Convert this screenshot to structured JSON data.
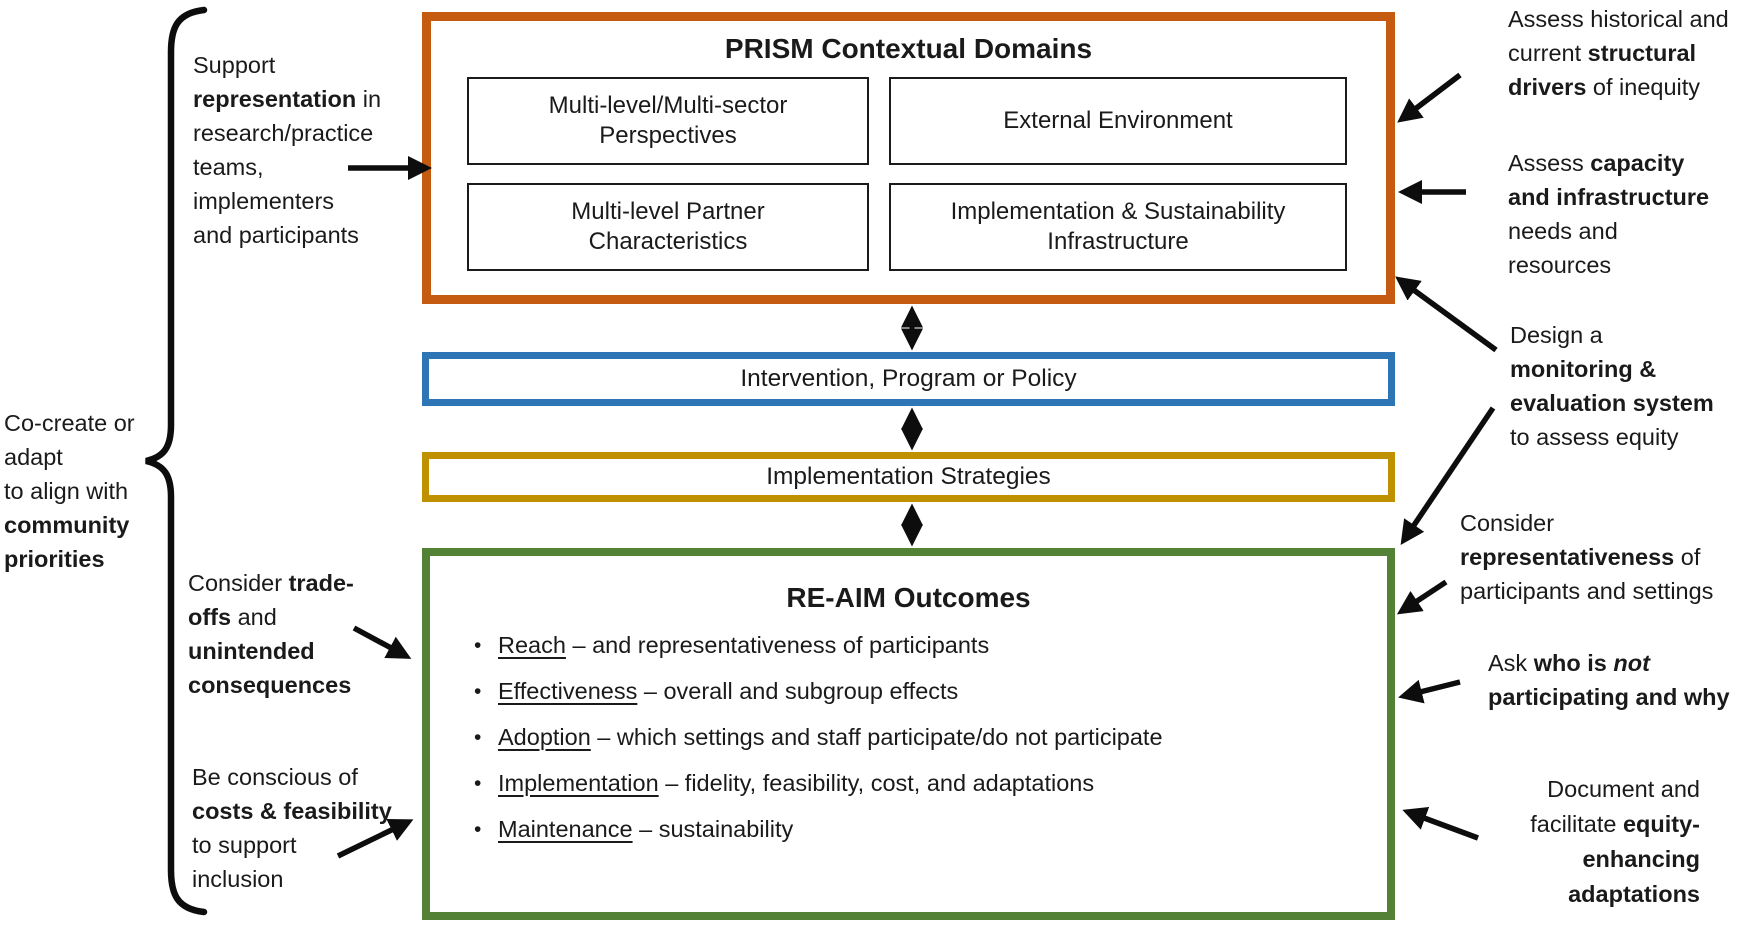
{
  "figure": {
    "type": "framework-diagram",
    "colors": {
      "prism_border": "#C55A11",
      "intervention_border": "#2E75B6",
      "strategies_border": "#BF9000",
      "reaim_border": "#538135",
      "inner_box_border": "#1b1b1b",
      "arrow": "#0d0d0d",
      "text": "#1a1a1a"
    },
    "icons": {
      "connector": "double-headed-arrow",
      "pointer": "arrow",
      "grouping": "curly-brace"
    }
  },
  "prism": {
    "title": "PRISM Contextual Domains",
    "boxes": [
      "Multi-level/Multi-sector Perspectives",
      "External Environment",
      "Multi-level Partner Characteristics",
      "Implementation & Sustainability Infrastructure"
    ]
  },
  "intervention": {
    "label": "Intervention, Program or Policy"
  },
  "strategies": {
    "label": "Implementation Strategies"
  },
  "reaim": {
    "title": "RE-AIM Outcomes",
    "bullets": [
      {
        "term": "Reach",
        "rest": " – and representativeness of participants"
      },
      {
        "term": "Effectiveness",
        "rest": " – overall and subgroup effects"
      },
      {
        "term": "Adoption",
        "rest": " – which settings and staff participate/do not participate"
      },
      {
        "term": "Implementation",
        "rest": " – fidelity, feasibility, cost, and adaptations"
      },
      {
        "term": "Maintenance",
        "rest": " – sustainability"
      }
    ]
  },
  "left": {
    "cocreate": {
      "segments": [
        {
          "t": "Co-create or\nadapt\nto align with\n"
        },
        {
          "t": "community\npriorities",
          "b": true
        }
      ]
    },
    "support": {
      "segments": [
        {
          "t": "Support\n"
        },
        {
          "t": "representation",
          "b": true
        },
        {
          "t": " in\nresearch/practice\nteams,\nimplementers\nand participants"
        }
      ]
    },
    "tradeoffs": {
      "segments": [
        {
          "t": "Consider "
        },
        {
          "t": "trade-\noffs",
          "b": true
        },
        {
          "t": " and\n"
        },
        {
          "t": "unintended\nconsequences",
          "b": true
        }
      ]
    },
    "costs": {
      "segments": [
        {
          "t": "Be conscious of\n"
        },
        {
          "t": "costs & feasibility",
          "b": true
        },
        {
          "t": "\nto support\ninclusion"
        }
      ]
    }
  },
  "right": {
    "historical": {
      "segments": [
        {
          "t": "Assess historical and\ncurrent "
        },
        {
          "t": "structural\ndrivers",
          "b": true
        },
        {
          "t": " of inequity"
        }
      ]
    },
    "capacity": {
      "segments": [
        {
          "t": "Assess "
        },
        {
          "t": "capacity\nand infrastructure",
          "b": true
        },
        {
          "t": "\nneeds and\nresources"
        }
      ]
    },
    "monitoring": {
      "segments": [
        {
          "t": "Design a\n"
        },
        {
          "t": "monitoring &\nevaluation system",
          "b": true
        },
        {
          "t": "\nto assess equity"
        }
      ]
    },
    "representativeness": {
      "segments": [
        {
          "t": "Consider\n"
        },
        {
          "t": "representativeness",
          "b": true
        },
        {
          "t": " of\nparticipants and settings"
        }
      ]
    },
    "ask": {
      "segments": [
        {
          "t": "Ask "
        },
        {
          "t": "who is ",
          "b": true
        },
        {
          "t": "not",
          "b": true,
          "i": true
        },
        {
          "t": "\nparticipating and why",
          "b": true
        }
      ]
    },
    "document": {
      "segments": [
        {
          "t": "Document and\nfacilitate "
        },
        {
          "t": "equity-\nenhancing\nadaptations",
          "b": true
        }
      ]
    }
  }
}
